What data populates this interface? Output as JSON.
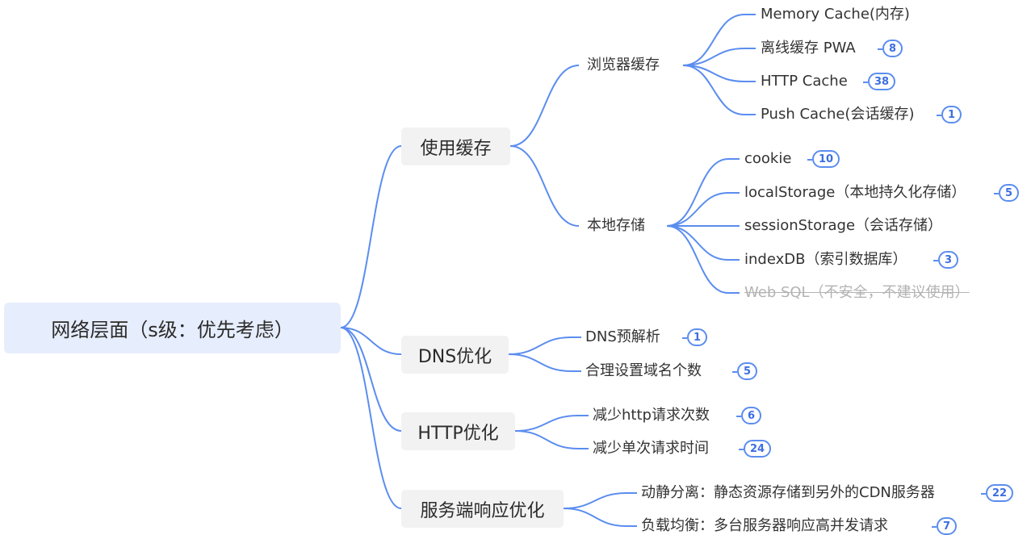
{
  "root": "网络层面（s级：优先考虑）",
  "branches": {
    "cache": {
      "label": "使用缓存",
      "browser": {
        "label": "浏览器缓存",
        "items": [
          {
            "text": "Memory Cache(内存)",
            "badge": ""
          },
          {
            "text": "离线缓存 PWA",
            "badge": "8"
          },
          {
            "text": "HTTP Cache",
            "badge": "38"
          },
          {
            "text": "Push Cache(会话缓存)",
            "badge": "1"
          }
        ]
      },
      "local": {
        "label": "本地存储",
        "items": [
          {
            "text": "cookie",
            "badge": "10"
          },
          {
            "text": "localStorage（本地持久化存储）",
            "badge": "5"
          },
          {
            "text": "sessionStorage（会话存储）",
            "badge": ""
          },
          {
            "text": "indexDB（索引数据库）",
            "badge": "3"
          },
          {
            "text": "Web SQL（不安全，不建议使用）",
            "badge": "",
            "strikethrough": true
          }
        ]
      }
    },
    "dns": {
      "label": "DNS优化",
      "items": [
        {
          "text": "DNS预解析",
          "badge": "1"
        },
        {
          "text": "合理设置域名个数",
          "badge": "5"
        }
      ]
    },
    "http": {
      "label": "HTTP优化",
      "items": [
        {
          "text": "减少http请求次数",
          "badge": "6"
        },
        {
          "text": "减少单次请求时间",
          "badge": "24"
        }
      ]
    },
    "server": {
      "label": "服务端响应优化",
      "items": [
        {
          "text": "动静分离：静态资源存储到另外的CDN服务器",
          "badge": "22"
        },
        {
          "text": "负载均衡：多台服务器响应高并发请求",
          "badge": "7"
        }
      ]
    }
  },
  "colors": {
    "connector": "#5b8def",
    "badge_border": "#5b8def",
    "badge_text": "#3d6fe0",
    "root_bg": "#e6edfc",
    "branch_bg": "#f2f2f2",
    "strike_text": "#b3b3b3"
  }
}
